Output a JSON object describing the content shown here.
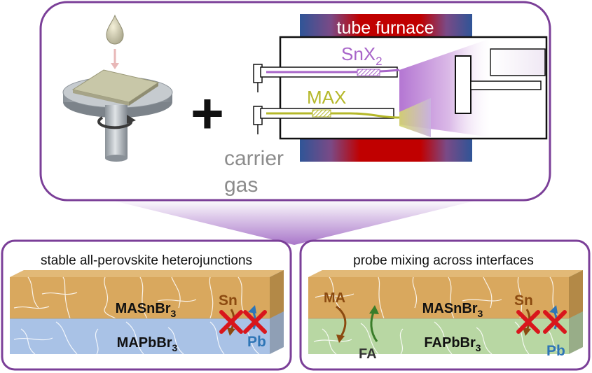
{
  "top_panel": {
    "furnace_label": "tube furnace",
    "source_1": {
      "base": "SnX",
      "sub": "2"
    },
    "source_2": "MAX",
    "carrier_line_1": "carrier",
    "carrier_line_2": "gas",
    "plus": "+"
  },
  "panel_left": {
    "title": "stable all-perovskite heterojunctions",
    "top_layer": {
      "base": "MASnBr",
      "sub": "3"
    },
    "bottom_layer": {
      "base": "MAPbBr",
      "sub": "3"
    },
    "ion_sn": "Sn",
    "ion_pb": "Pb"
  },
  "panel_right": {
    "title": "probe mixing across interfaces",
    "top_layer": {
      "base": "MASnBr",
      "sub": "3"
    },
    "bottom_layer": {
      "base": "FAPbBr",
      "sub": "3"
    },
    "ion_ma": "MA",
    "ion_fa": "FA",
    "ion_sn": "Sn",
    "ion_pb": "Pb"
  },
  "colors": {
    "frame": "#7b3f98",
    "furnace_red": "#c00000",
    "furnace_blue": "#2f5597",
    "snx2": "#a865c9",
    "max": "#b5b82a",
    "sn_brown": "#8b4a10",
    "pb_blue": "#2e75b6",
    "cross_red": "#d9161c",
    "carrier_gray": "#8c8c8c",
    "top_layer_fill": "#d9a85e",
    "left_bottom_fill": "#a9c2e6",
    "right_bottom_fill": "#b8d7a3"
  }
}
